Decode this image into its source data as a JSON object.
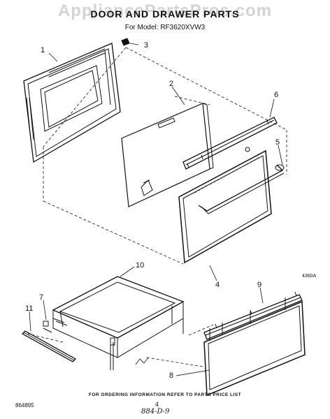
{
  "header": {
    "watermark": "AppliancePartsPros.com",
    "title": "DOOR AND DRAWER PARTS",
    "model": "For Model: RF3620XVW3"
  },
  "callouts": [
    "1",
    "2",
    "3",
    "4",
    "5",
    "6",
    "7",
    "8",
    "9",
    "10",
    "11"
  ],
  "figure_code": "4360A",
  "footer": {
    "instruction": "FOR ORDERING INFORMATION REFER TO PARTS PRICE LIST",
    "part_number": "864895",
    "page_number": "4",
    "handwritten": "884-D-9"
  }
}
